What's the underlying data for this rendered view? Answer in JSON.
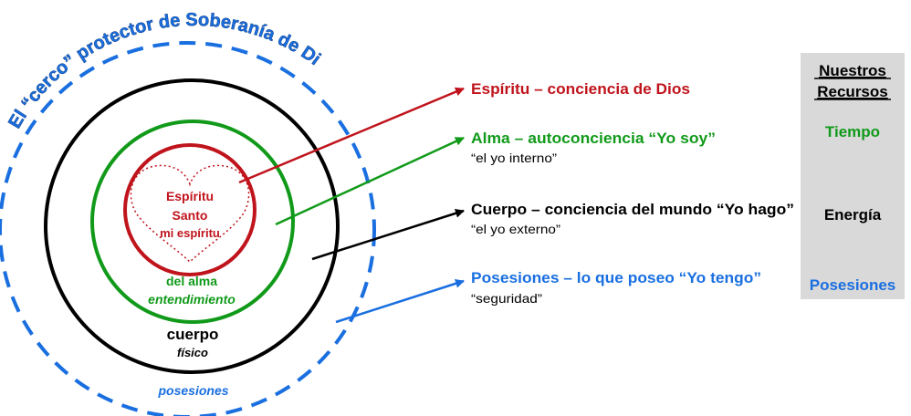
{
  "title": "El “cerco” protector de Soberanía de Dios",
  "circles": {
    "spirit": {
      "line1": "Espíritu",
      "line2": "Santo",
      "line3": "mi espíritu"
    },
    "soul": {
      "line1": "del alma",
      "line2": "entendimiento"
    },
    "body": {
      "line1": "cuerpo",
      "line2": "físico"
    },
    "possessions": {
      "label": "posesiones"
    }
  },
  "labels": [
    {
      "title": "Espíritu – conciencia de Dios",
      "subtitle": ""
    },
    {
      "title": "Alma – autoconciencia “Yo soy”",
      "subtitle": "“el yo interno”"
    },
    {
      "title": "Cuerpo – conciencia del mundo “Yo hago”",
      "subtitle": "“el yo externo”"
    },
    {
      "title": "Posesiones – lo que poseo “Yo tengo”",
      "subtitle": "“seguridad”"
    }
  ],
  "resources": {
    "heading_line1": "Nuestros",
    "heading_line2": "Recursos",
    "items": [
      "Tiempo",
      "Energía",
      "Posesiones"
    ]
  },
  "colors": {
    "red": "#c0141c",
    "green": "#119a1a",
    "black": "#000000",
    "blue": "#1a6fe0",
    "panel": "#d9d9d9"
  }
}
